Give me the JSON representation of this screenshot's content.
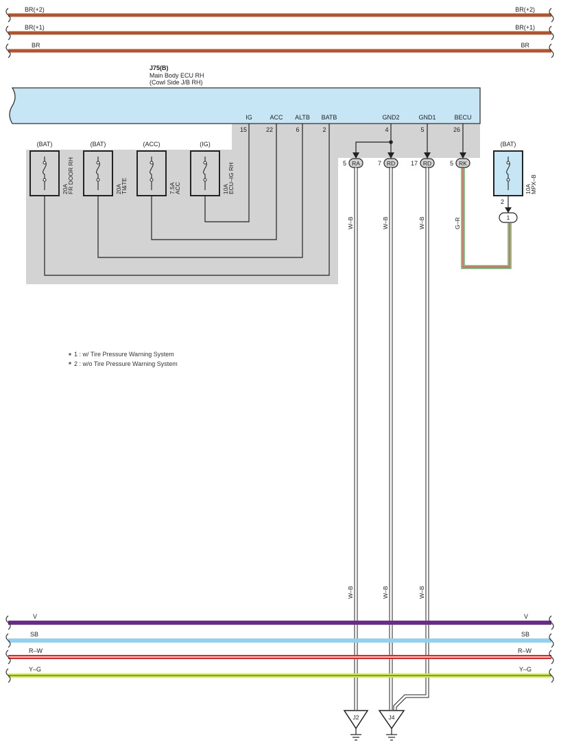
{
  "top_buses": [
    {
      "left_label": "BR(+2)",
      "right_label": "BR(+2)",
      "color": "#b5532c"
    },
    {
      "left_label": "BR(+1)",
      "right_label": "BR(+1)",
      "color": "#b5532c"
    },
    {
      "left_label": "BR",
      "right_label": "BR",
      "color": "#b5532c"
    }
  ],
  "ecu": {
    "code": "J75(B)",
    "name": "Main Body ECU RH",
    "sub": "(Cowl Side J/B RH)",
    "fill": "#c6e6f6",
    "pins": [
      {
        "name": "IG",
        "num": "15"
      },
      {
        "name": "ACC",
        "num": "22"
      },
      {
        "name": "ALTB",
        "num": "6"
      },
      {
        "name": "BATB",
        "num": "2"
      },
      {
        "name": "GND2",
        "num": "4"
      },
      {
        "name": "GND1",
        "num": "5"
      },
      {
        "name": "BECU",
        "num": "26"
      }
    ]
  },
  "fuses": [
    {
      "supply": "(BAT)",
      "amp": "20A",
      "name": "FR DOOR RH"
    },
    {
      "supply": "(BAT)",
      "amp": "20A",
      "name": "TI&TE"
    },
    {
      "supply": "(ACC)",
      "amp": "7.5A",
      "name": "ACC"
    },
    {
      "supply": "(IG)",
      "amp": "10A",
      "name": "ECU–IG RH"
    }
  ],
  "external_fuse": {
    "supply": "(BAT)",
    "amp": "10A",
    "name": "MPX–B",
    "pin": "2",
    "junction": "1"
  },
  "connectors": [
    {
      "pin": "5",
      "code": "RA",
      "wire": "W–B"
    },
    {
      "pin": "7",
      "code": "RD",
      "wire": "W–B"
    },
    {
      "pin": "17",
      "code": "RD",
      "wire": "W–B"
    },
    {
      "pin": "5",
      "code": "RK",
      "wire": "G–R"
    }
  ],
  "notes": [
    "1 : w/ Tire Pressure Warning System",
    "2 : w/o Tire Pressure Warning System"
  ],
  "bottom_buses": [
    {
      "left_label": "V",
      "right_label": "V",
      "color": "#6a2b8c"
    },
    {
      "left_label": "SB",
      "right_label": "SB",
      "color": "#8ed2f0"
    },
    {
      "left_label": "R–W",
      "right_label": "R–W",
      "color": "#e02424"
    },
    {
      "left_label": "Y–G",
      "right_label": "Y–G",
      "color": "#e8e040"
    }
  ],
  "grounds": [
    {
      "label": "J2"
    },
    {
      "label": "J4"
    }
  ]
}
